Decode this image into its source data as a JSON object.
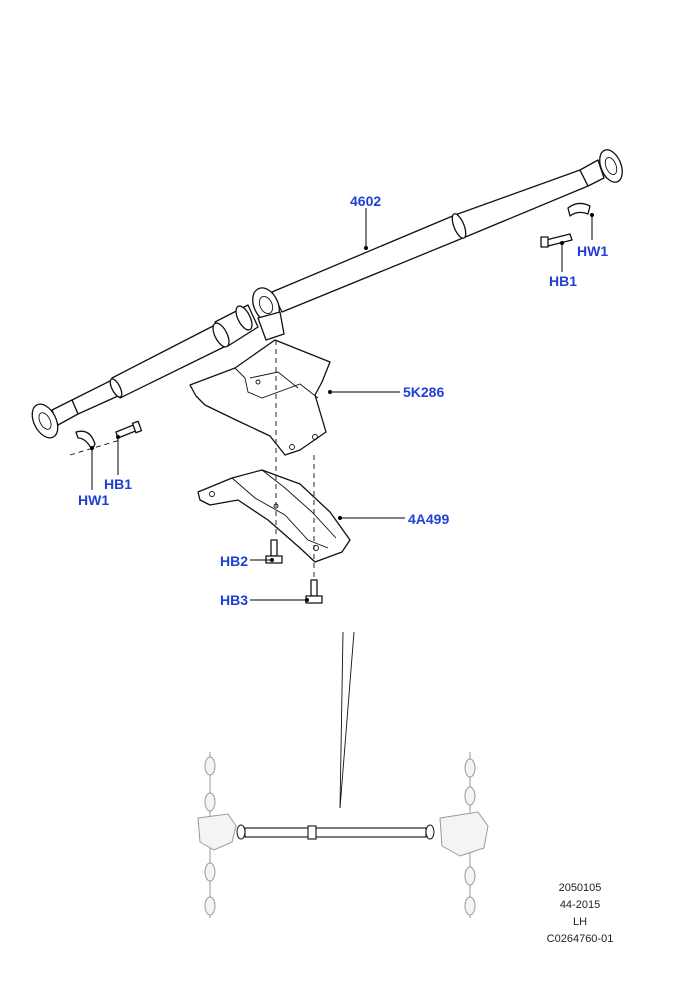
{
  "callouts": {
    "shaft": "4602",
    "hw1_right": "HW1",
    "hb1_right": "HB1",
    "heatshield": "5K286",
    "hb1_left": "HB1",
    "hw1_left": "HW1",
    "bracket": "4A499",
    "hb2": "HB2",
    "hb3": "HB3"
  },
  "footer": {
    "code": "2050105",
    "date": "44-2015",
    "side": "LH",
    "ref": "C0264760-01"
  },
  "colors": {
    "callout": "#1f3fd6",
    "line": "#111111",
    "ghost": "#9a9a9a"
  }
}
